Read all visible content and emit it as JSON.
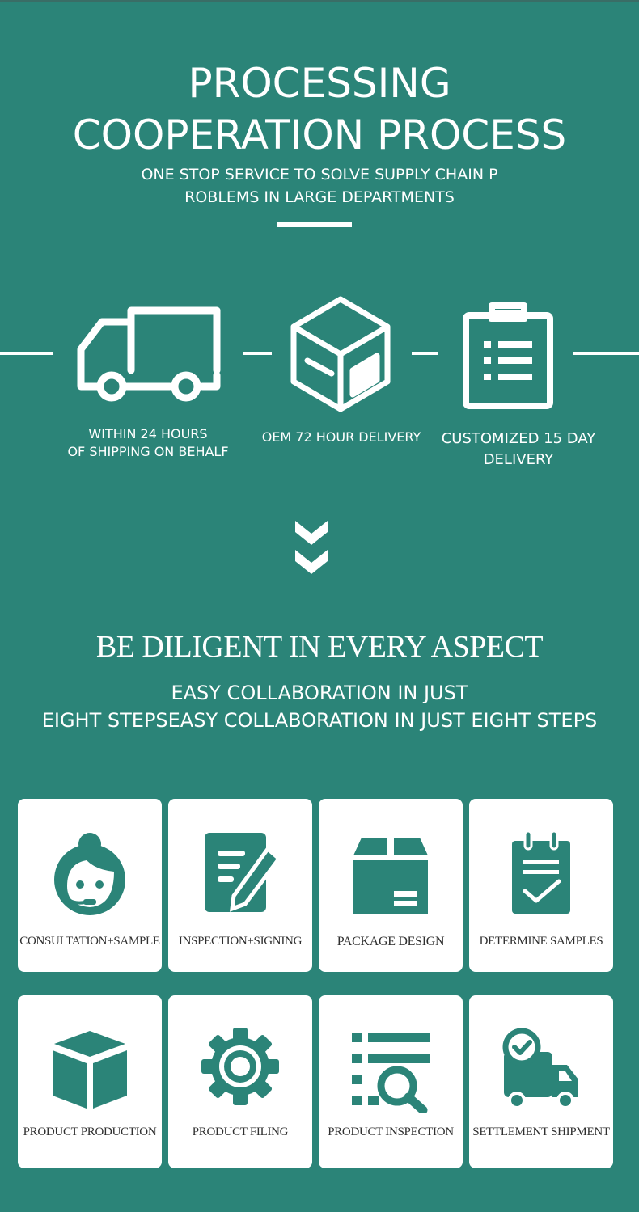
{
  "header": {
    "title_line1": "PROCESSING",
    "title_line2": "COOPERATION PROCESS",
    "subtitle_line1": "ONE STOP SERVICE TO SOLVE SUPPLY CHAIN P",
    "subtitle_line2": "ROBLEMS IN LARGE DEPARTMENTS"
  },
  "delivery": [
    {
      "icon": "truck-icon",
      "line1": "WITHIN 24 HOURS",
      "line2": "OF SHIPPING ON BEHALF"
    },
    {
      "icon": "box-icon",
      "line1": "OEM 72 HOUR DELIVERY",
      "line2": ""
    },
    {
      "icon": "clipboard-icon",
      "line1": "CUSTOMIZED 15 DAY",
      "line2": "DELIVERY"
    }
  ],
  "section2": {
    "title": "BE DILIGENT IN EVERY ASPECT",
    "subtitle_line1": "EASY COLLABORATION IN JUST",
    "subtitle_line2": "EIGHT STEPSEASY COLLABORATION IN JUST EIGHT STEPS"
  },
  "steps": [
    {
      "icon": "customer-service-icon",
      "label": "CONSULTATION+SAMPLE"
    },
    {
      "icon": "document-pen-icon",
      "label": "INSPECTION+SIGNING"
    },
    {
      "icon": "package-icon",
      "label": "PACKAGE DESIGN"
    },
    {
      "icon": "checklist-icon",
      "label": "DETERMINE SAMPLES"
    },
    {
      "icon": "cube-icon",
      "label": "PRODUCT PRODUCTION"
    },
    {
      "icon": "gear-icon",
      "label": "PRODUCT FILING"
    },
    {
      "icon": "list-search-icon",
      "label": "PRODUCT INSPECTION"
    },
    {
      "icon": "delivery-truck-check-icon",
      "label": "SETTLEMENT SHIPMENT"
    }
  ],
  "colors": {
    "background": "#2b8478",
    "card": "#ffffff",
    "icon": "#2b8478",
    "text_dark": "#2f2f2f"
  }
}
